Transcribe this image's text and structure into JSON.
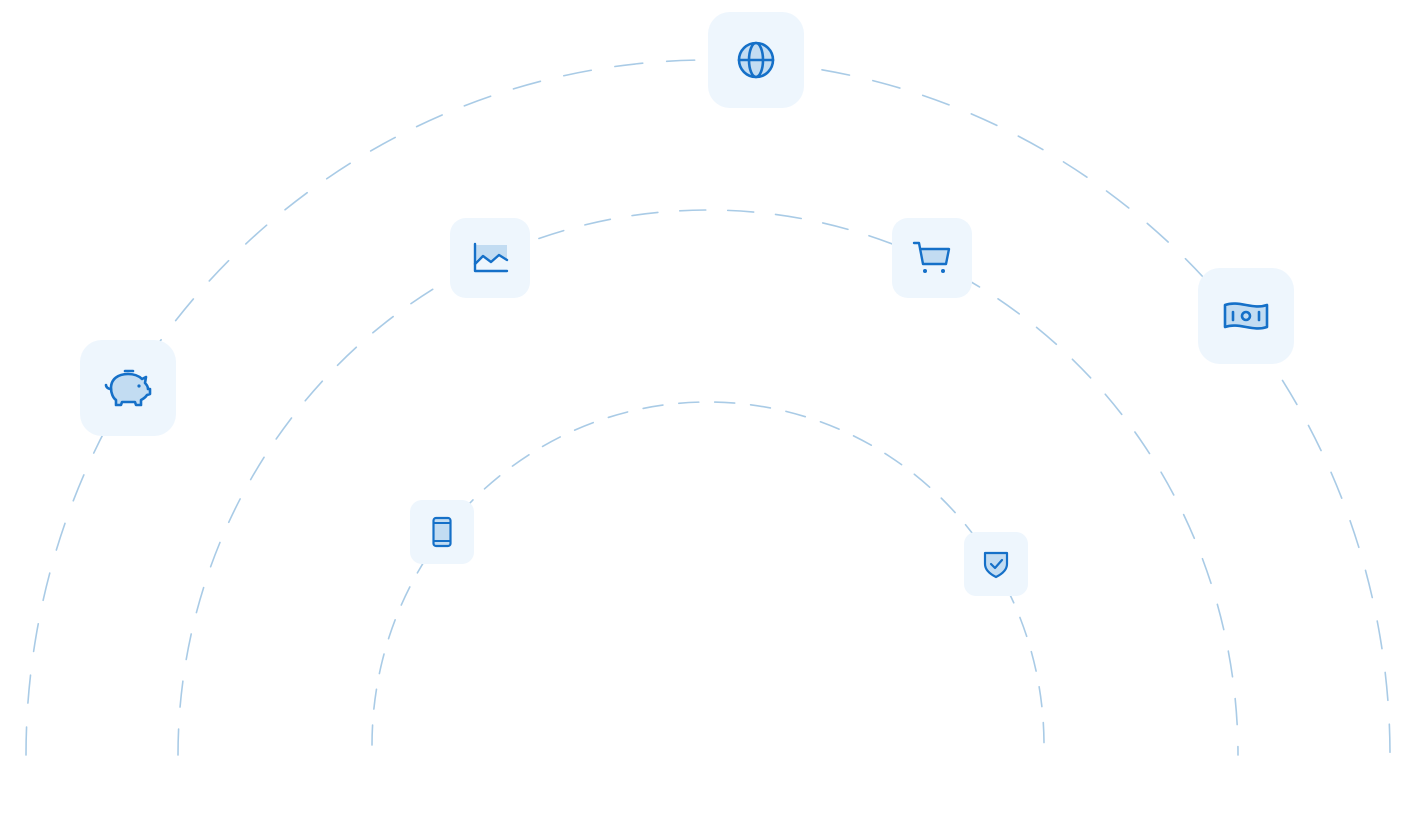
{
  "diagram": {
    "colors": {
      "background": "#ffffff",
      "tile_background": "#eef6fd",
      "icon_stroke": "#1570c8",
      "icon_fill": "#c2dcf2",
      "arc_stroke": "#a9cbe6"
    },
    "rings": [
      {
        "name": "outer-ring"
      },
      {
        "name": "middle-ring"
      },
      {
        "name": "inner-ring"
      }
    ],
    "nodes": [
      {
        "name": "globe-tile",
        "icon": "globe-icon",
        "ring": "outer-ring"
      },
      {
        "name": "piggy-bank-tile",
        "icon": "piggy-bank-icon",
        "ring": "outer-ring"
      },
      {
        "name": "banknote-tile",
        "icon": "banknote-icon",
        "ring": "outer-ring"
      },
      {
        "name": "chart-tile",
        "icon": "chart-line-icon",
        "ring": "middle-ring"
      },
      {
        "name": "cart-tile",
        "icon": "shopping-cart-icon",
        "ring": "middle-ring"
      },
      {
        "name": "phone-tile",
        "icon": "smartphone-icon",
        "ring": "inner-ring"
      },
      {
        "name": "shield-tile",
        "icon": "shield-check-icon",
        "ring": "inner-ring"
      }
    ]
  }
}
